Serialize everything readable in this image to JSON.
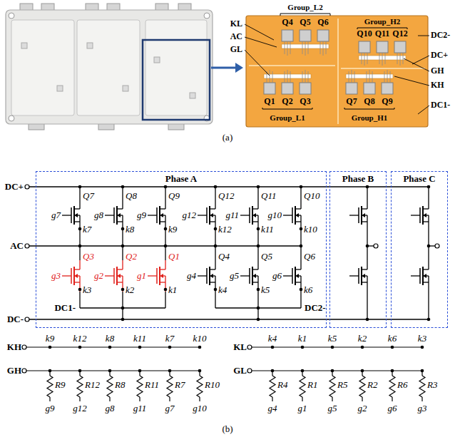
{
  "diagram": {
    "nodes": [
      {
        "text": [
          "Phase A"
        ]
      },
      {
        "text": [
          "Phase B"
        ]
      },
      {
        "text": [
          "Phase C"
        ]
      }
    ],
    "labels": [
      "KL",
      "AC",
      "GL",
      "Group_L2",
      "Q4",
      "Q5",
      "Q6",
      "Group_H2",
      "Q10",
      "Q11",
      "Q12",
      "DC2-",
      "DC+",
      "GH",
      "KH",
      "DC1-",
      "Q1",
      "Q2",
      "Q3",
      "Group_L1",
      "Group_H1",
      "Q7",
      "Q8",
      "Q9",
      "(a)",
      "DC+",
      "AC",
      "DC-",
      "Q7",
      "g7",
      "k7",
      "Q8",
      "g8",
      "k8",
      "Q9",
      "g9",
      "k9",
      "Q12",
      "g12",
      "k12",
      "Q11",
      "g11",
      "k11",
      "Q10",
      "g10",
      "k10",
      "Q3",
      "g3",
      "k3",
      "Q2",
      "g2",
      "k2",
      "Q1",
      "g1",
      "k1",
      "Q4",
      "g4",
      "k4",
      "Q5",
      "g5",
      "k5",
      "Q6",
      "g6",
      "k6",
      "DC1-",
      "DC2-",
      "KH",
      "k9",
      "k12",
      "k8",
      "k11",
      "k7",
      "k10",
      "GH",
      "R9",
      "R12",
      "R8",
      "R11",
      "R7",
      "R10",
      "g9",
      "g12",
      "g8",
      "g11",
      "g7",
      "g10",
      "KL",
      "k4",
      "k1",
      "k5",
      "k2",
      "k6",
      "k3",
      "GL",
      "R4",
      "R1",
      "R5",
      "R2",
      "R6",
      "R3",
      "g4",
      "g1",
      "g5",
      "g2",
      "g6",
      "g3",
      "(b)"
    ]
  }
}
